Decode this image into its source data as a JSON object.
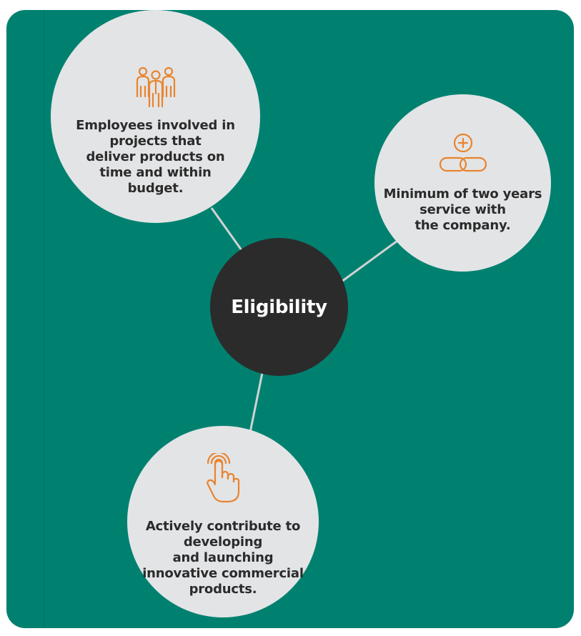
{
  "colors": {
    "panel": "#008170",
    "bubble": "#e3e4e6",
    "hub": "#2b2b2b",
    "icon_accent": "#e8842e",
    "text_dark": "#2b2b2b",
    "connector": "#cfd3d4"
  },
  "hub": {
    "label": "Eligibility"
  },
  "nodes": [
    {
      "id": "employees",
      "icon": "team-people-icon",
      "text": "Employees involved in\nprojects that\ndeliver products on\ntime and within\nbudget."
    },
    {
      "id": "service",
      "icon": "linked-rings-plus-icon",
      "text": "Minimum of two years\nservice with\nthe company."
    },
    {
      "id": "contribute",
      "icon": "hand-tap-icon",
      "text": "Actively contribute to\ndeveloping\nand launching\ninnovative commercial\nproducts."
    }
  ]
}
